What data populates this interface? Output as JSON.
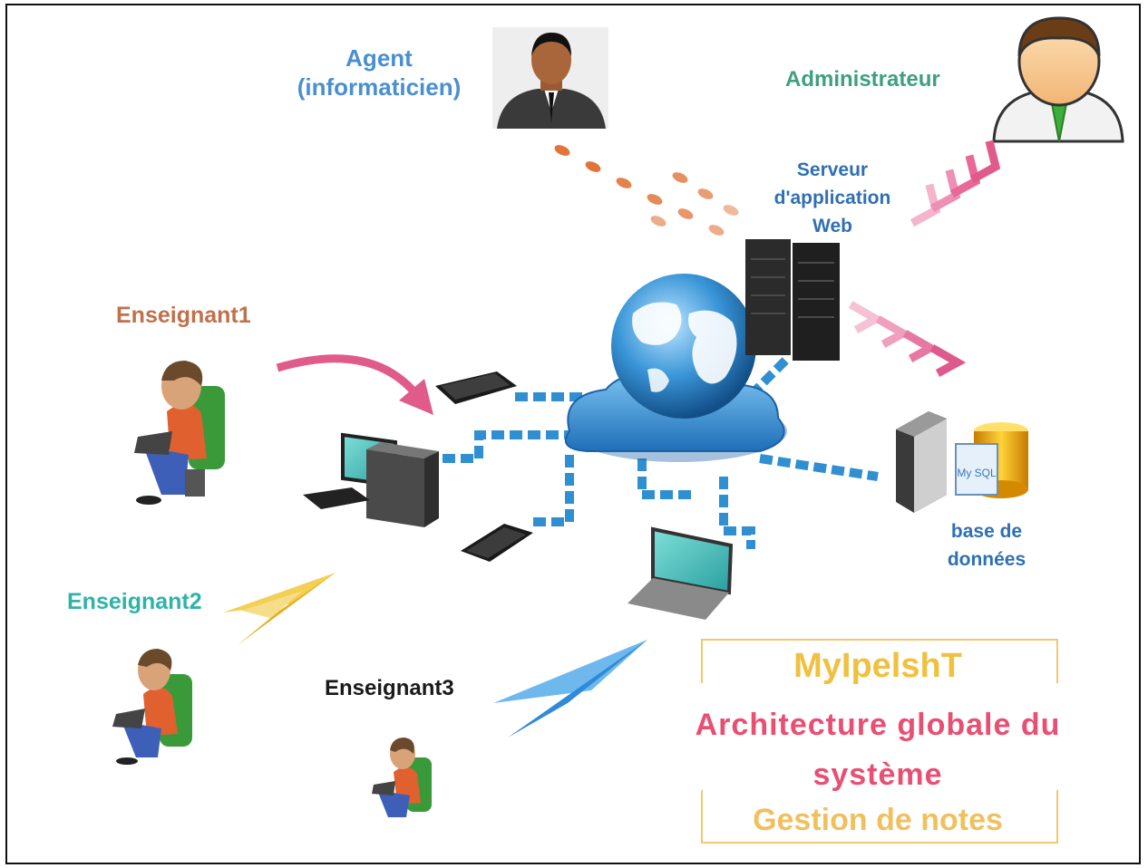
{
  "labels": {
    "agent": "Agent\n(informaticien)",
    "administrator": "Administrateur",
    "server": "Serveur\nd'application\nWeb",
    "database": "base de\ndonnées",
    "teacher1": "Enseignant1",
    "teacher2": "Enseignant2",
    "teacher3": "Enseignant3",
    "mysql_logo": "My SQL"
  },
  "title": {
    "app_name": "MyIpelshT",
    "main": "Architecture globale du système",
    "subtitle": "Gestion de notes"
  },
  "colors": {
    "agent": "#4a8fd0",
    "administrator": "#3ea07f",
    "server_label": "#2f6fb3",
    "teacher1": "#c0704a",
    "teacher2": "#2fb3a8",
    "teacher3": "#1a1a1a",
    "title_name": "#f0c040",
    "title_main": "#e85073",
    "title_sub": "#f0c060",
    "network": "#2f8fd0",
    "arrow_pink": "#e05a8a",
    "arrow_yellow": "#e8b020",
    "arrow_blue": "#3a9ae0"
  }
}
